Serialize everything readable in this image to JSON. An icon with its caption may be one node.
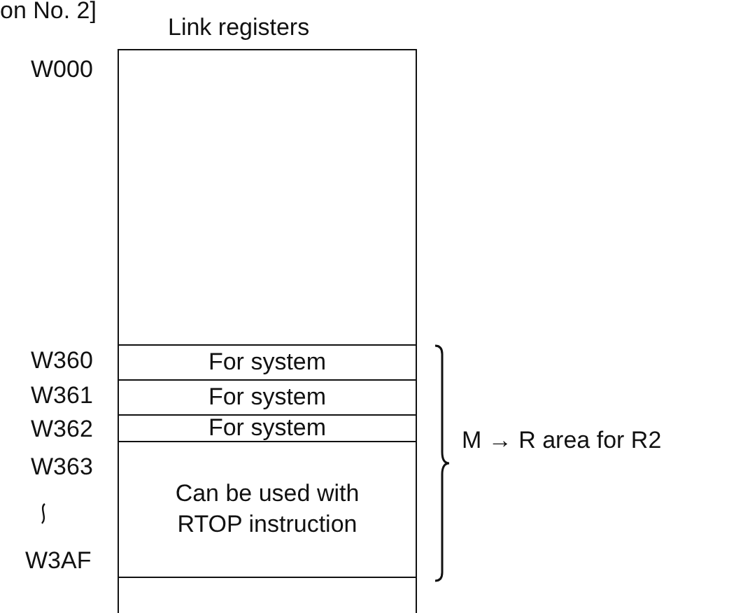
{
  "diagram": {
    "title": "Link registers",
    "nodes": [
      {
        "text": [],
        "shape": "box"
      },
      {
        "text": [
          "For system"
        ]
      },
      {
        "text": [
          "For system"
        ]
      },
      {
        "text": [
          "For system"
        ]
      },
      {
        "text": [
          "Can be used with RTOP instruction"
        ]
      },
      {
        "text": [],
        "shape": "box"
      }
    ],
    "labels": [
      "on No. 2]",
      "W000",
      "W360",
      "W361",
      "W362",
      "W363",
      "W3AF",
      "M → R area for R2"
    ]
  }
}
